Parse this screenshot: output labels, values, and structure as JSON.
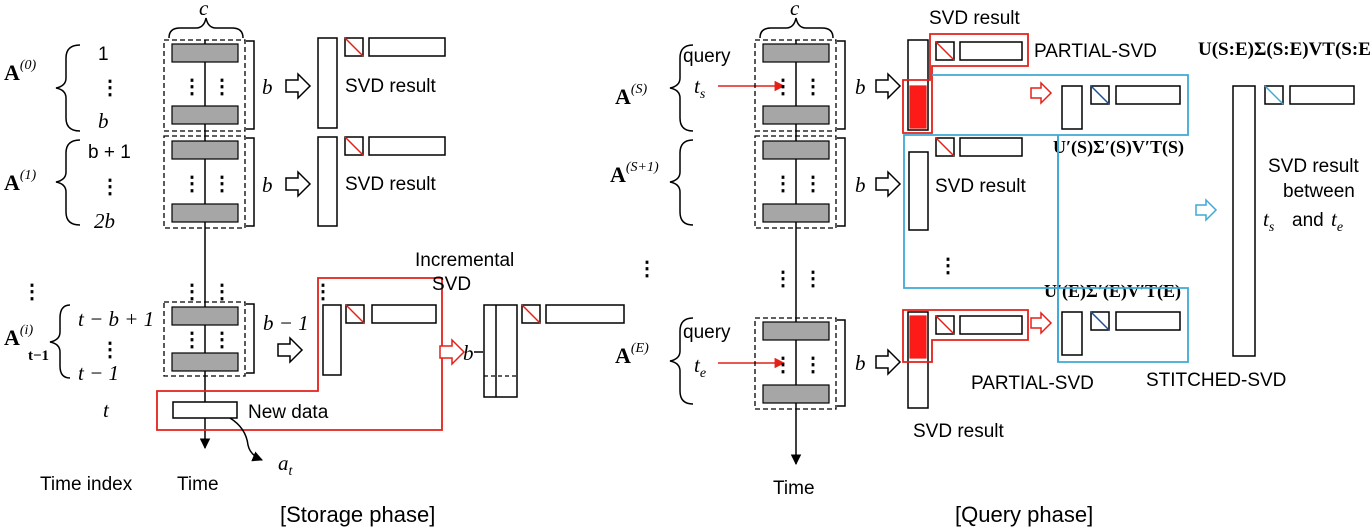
{
  "storage": {
    "caption": "[Storage phase]",
    "c_label": "c",
    "time_label": "Time",
    "time_index_label": "Time index",
    "groups": [
      {
        "mat": "A",
        "sup": "(0)",
        "idx_top": "1",
        "idx_bot": "b",
        "size": "b",
        "svd": "SVD result"
      },
      {
        "mat": "A",
        "sup": "(1)",
        "idx_top": "b + 1",
        "idx_bot": "2b",
        "size": "b",
        "svd": "SVD result"
      }
    ],
    "last": {
      "mat": "A",
      "sup": "(i)",
      "sub": "t−1",
      "idx_top": "t − b + 1",
      "idx_bot": "t − 1",
      "size": "b − 1"
    },
    "t_label": "t",
    "new_data": "New data",
    "a_t": "a",
    "a_t_sub": "t",
    "incremental_line1": "Incremental",
    "incremental_line2": "SVD",
    "b_arrow": "b"
  },
  "query": {
    "caption": "[Query phase]",
    "c_label": "c",
    "time_label": "Time",
    "start": {
      "mat": "A",
      "sup": "(S)",
      "query": "query",
      "t": "t",
      "t_sub": "s",
      "size": "b"
    },
    "middle": {
      "mat": "A",
      "sup": "(S+1)",
      "size": "b",
      "svd": "SVD result"
    },
    "end": {
      "mat": "A",
      "sup": "(E)",
      "query": "query",
      "t": "t",
      "t_sub": "e",
      "size": "b"
    },
    "svd_top": "SVD result",
    "svd_bottom": "SVD result",
    "partial_top": "PARTIAL-SVD",
    "partial_bottom": "PARTIAL-SVD",
    "stitched": "STITCHED-SVD",
    "usv_s": "U′(S)Σ′(S)V′T(S)",
    "usv_e": "U′(E)Σ′(E)V′T(E)",
    "usv_final": "U(S:E)Σ(S:E)VT(S:E)",
    "result_lines": [
      "SVD result",
      "between",
      "and"
    ],
    "ts": "t",
    "ts_sub": "s",
    "te": "t",
    "te_sub": "e"
  },
  "colors": {
    "partial": "#e32119",
    "stitched": "#3fa9d6",
    "block": "#a6a6a6"
  }
}
